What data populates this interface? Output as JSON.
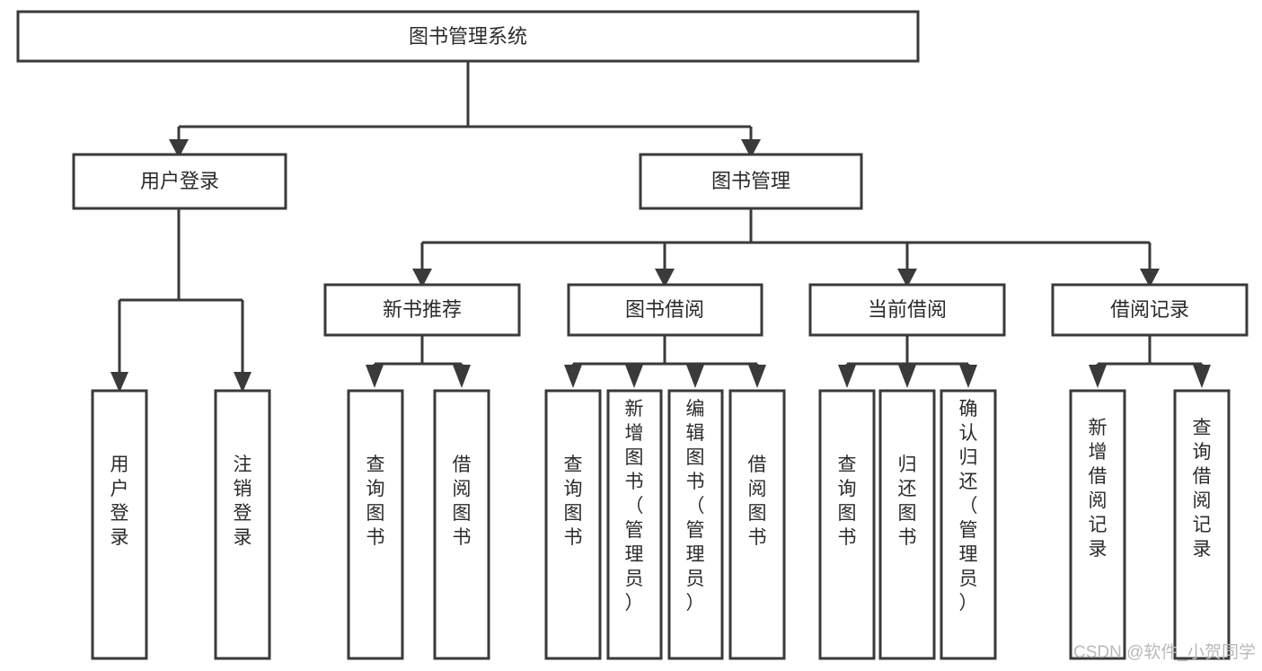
{
  "diagram": {
    "title": "图书管理系统",
    "type": "tree-hierarchy-chart",
    "orientation": "top-down",
    "colors": {
      "box_stroke": "#3a3a3a",
      "box_fill": "#ffffff",
      "connector": "#3a3a3a",
      "text": "#2b2b2b",
      "background": "#ffffff",
      "watermark": "#b9b9b9"
    },
    "root": {
      "id": "root",
      "label": "图书管理系统",
      "orientation": "horizontal"
    },
    "level2": [
      {
        "id": "user-login",
        "label": "用户登录",
        "orientation": "horizontal"
      },
      {
        "id": "book-manage",
        "label": "图书管理",
        "orientation": "horizontal"
      }
    ],
    "level3": [
      {
        "id": "new-book-recommend",
        "label": "新书推荐",
        "orientation": "horizontal",
        "parent": "book-manage"
      },
      {
        "id": "book-borrow",
        "label": "图书借阅",
        "orientation": "horizontal",
        "parent": "book-manage"
      },
      {
        "id": "current-borrow",
        "label": "当前借阅",
        "orientation": "horizontal",
        "parent": "book-manage"
      },
      {
        "id": "borrow-record",
        "label": "借阅记录",
        "orientation": "horizontal",
        "parent": "book-manage"
      }
    ],
    "leaves": [
      {
        "id": "leaf-user-login",
        "label": "用户登录",
        "orientation": "vertical",
        "parent": "user-login"
      },
      {
        "id": "leaf-logout",
        "label": "注销登录",
        "orientation": "vertical",
        "parent": "user-login"
      },
      {
        "id": "leaf-query-book-1",
        "label": "查询图书",
        "orientation": "vertical",
        "parent": "new-book-recommend"
      },
      {
        "id": "leaf-borrow-book-1",
        "label": "借阅图书",
        "orientation": "vertical",
        "parent": "new-book-recommend"
      },
      {
        "id": "leaf-query-book-2",
        "label": "查询图书",
        "orientation": "vertical",
        "parent": "book-borrow"
      },
      {
        "id": "leaf-add-book",
        "label": "新增图书（管理员）",
        "orientation": "vertical",
        "parent": "book-borrow"
      },
      {
        "id": "leaf-edit-book",
        "label": "编辑图书（管理员）",
        "orientation": "vertical",
        "parent": "book-borrow"
      },
      {
        "id": "leaf-borrow-book-2",
        "label": "借阅图书",
        "orientation": "vertical",
        "parent": "book-borrow"
      },
      {
        "id": "leaf-query-book-3",
        "label": "查询图书",
        "orientation": "vertical",
        "parent": "current-borrow"
      },
      {
        "id": "leaf-return-book",
        "label": "归还图书",
        "orientation": "vertical",
        "parent": "current-borrow"
      },
      {
        "id": "leaf-confirm-return",
        "label": "确认归还（管理员）",
        "orientation": "vertical",
        "parent": "current-borrow"
      },
      {
        "id": "leaf-add-record",
        "label": "新增借阅记录",
        "orientation": "vertical",
        "parent": "borrow-record"
      },
      {
        "id": "leaf-query-record",
        "label": "查询借阅记录",
        "orientation": "vertical",
        "parent": "borrow-record"
      }
    ],
    "watermark": "CSDN @软件_小贺同学"
  }
}
